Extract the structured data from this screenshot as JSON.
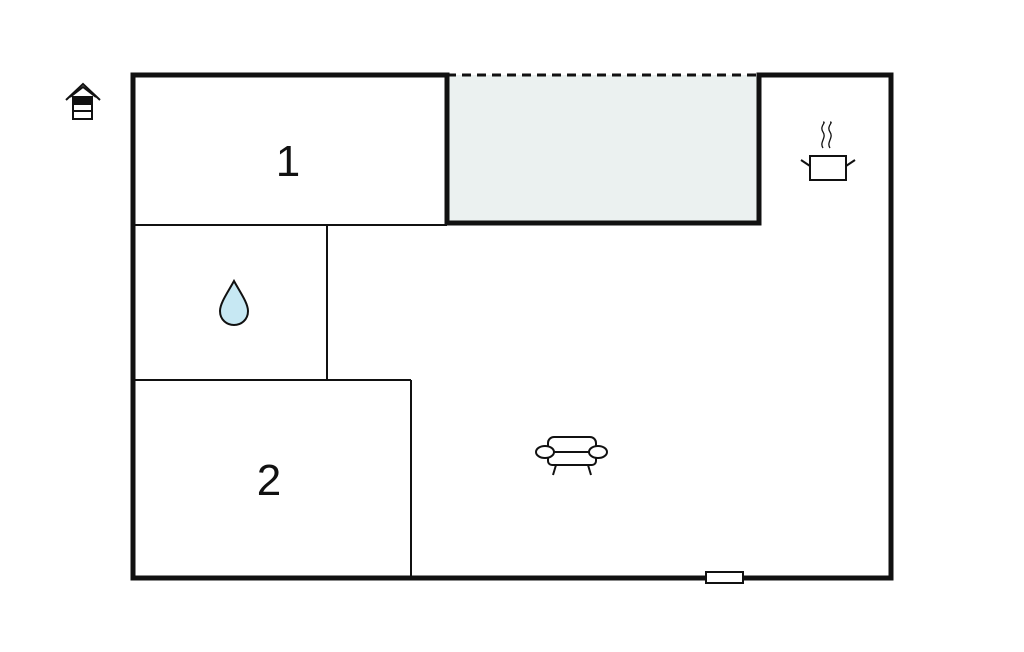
{
  "floorplan": {
    "rooms": [
      {
        "id": "bedroom-1",
        "label": "1"
      },
      {
        "id": "bedroom-2",
        "label": "2"
      }
    ],
    "icons": {
      "floor_level": "house-floor-icon",
      "bathroom": "water-drop-icon",
      "kitchen": "cooking-pot-icon",
      "living_room": "sofa-icon",
      "door": "door-marker-icon"
    },
    "colors": {
      "walls": "#111111",
      "terrace_fill": "#ebf1f0",
      "water_drop_fill": "#c7e8f3"
    }
  }
}
